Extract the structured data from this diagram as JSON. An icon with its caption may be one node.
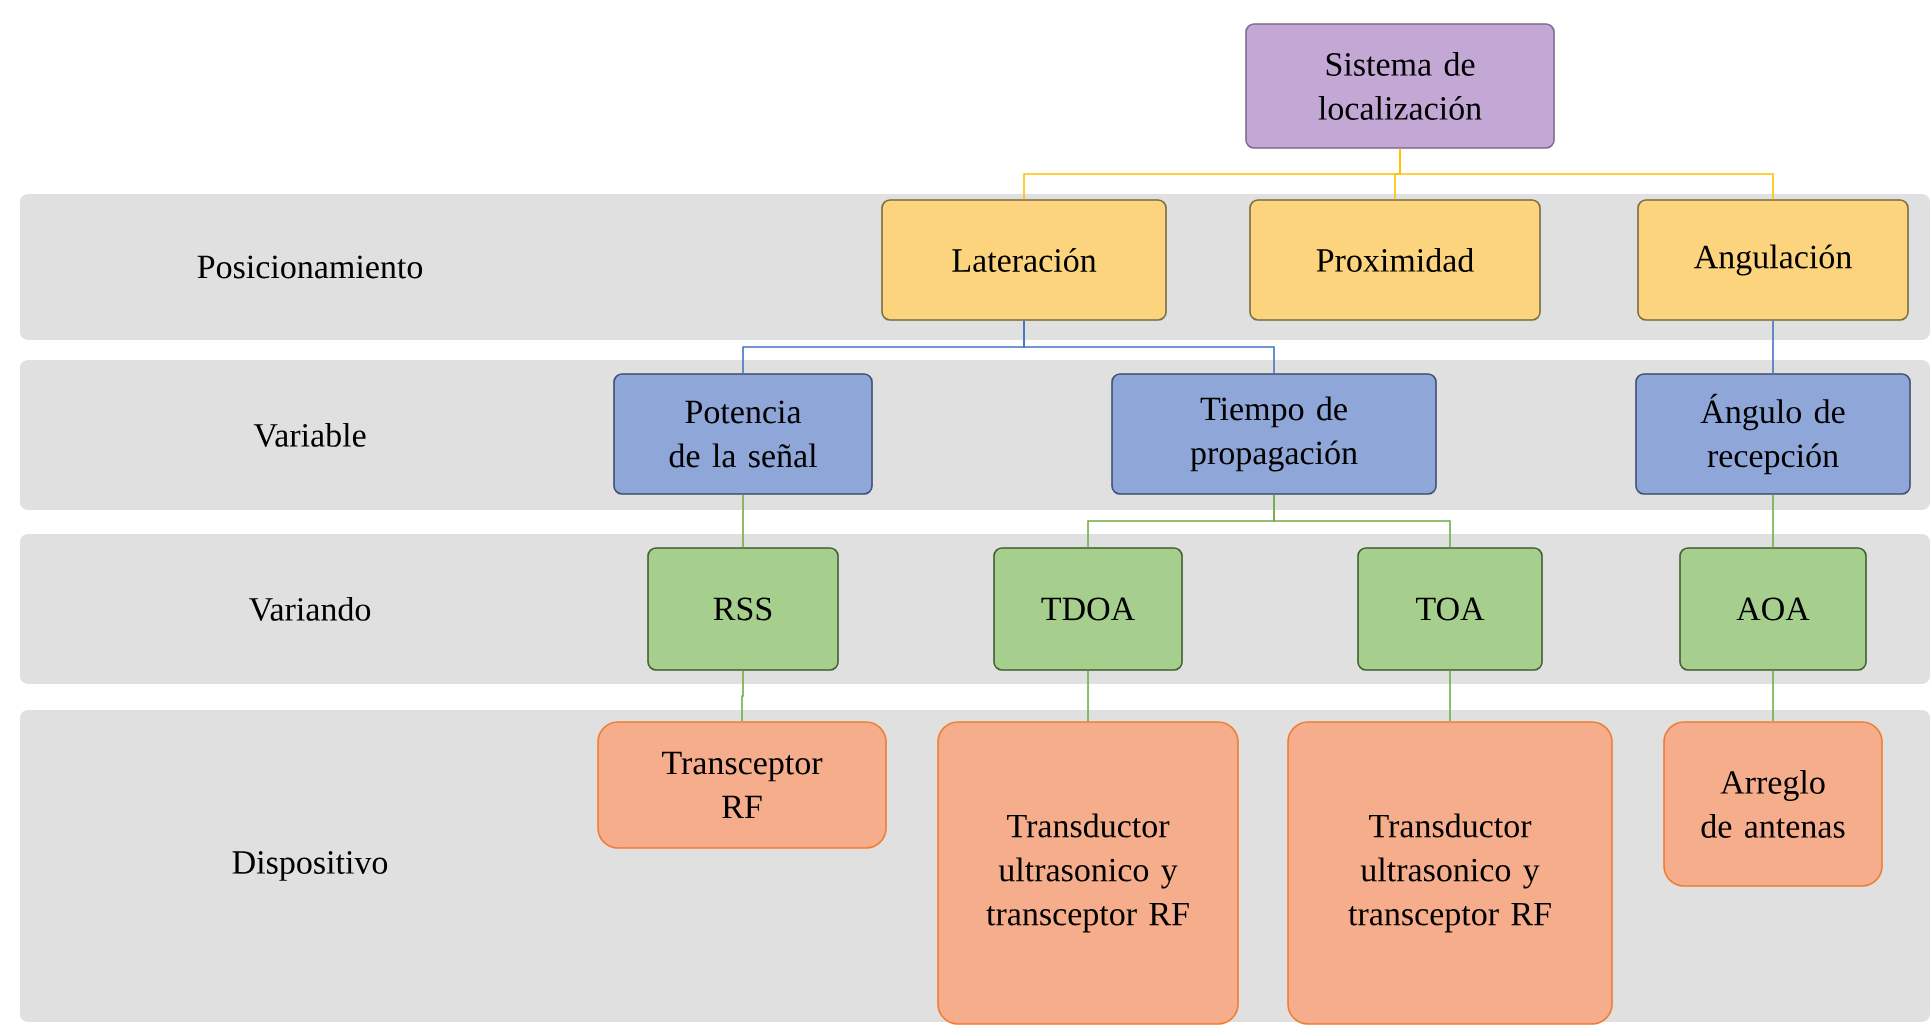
{
  "diagram": {
    "nodes": [
      {
        "text": [
          "Sistema de localización"
        ]
      },
      {
        "text": [
          "Posicionamiento"
        ]
      },
      {
        "text": [
          "Lateración"
        ],
        "in": 1
      },
      {
        "text": [
          "Proximidad"
        ],
        "in": 1
      },
      {
        "text": [
          "Angulación"
        ],
        "in": 1
      },
      {
        "text": [
          "Variable"
        ]
      },
      {
        "text": [
          "Potencia de la señal"
        ],
        "in": 5
      },
      {
        "text": [
          "Tiempo de propagación"
        ],
        "in": 5
      },
      {
        "text": [
          "Ángulo de recepción"
        ],
        "in": 5
      },
      {
        "text": [
          "Variando"
        ]
      },
      {
        "text": [
          "RSS"
        ],
        "in": 9
      },
      {
        "text": [
          "TDOA"
        ],
        "in": 9
      },
      {
        "text": [
          "TOA"
        ],
        "in": 9
      },
      {
        "text": [
          "AOA"
        ],
        "in": 9
      },
      {
        "text": [
          "Dispositivo"
        ]
      },
      {
        "text": [
          "Transceptor RF"
        ],
        "in": 14
      },
      {
        "text": [
          "Transductor ultrasonico y transceptor RF"
        ],
        "in": 14
      },
      {
        "text": [
          "Transductor ultrasonico y transceptor RF"
        ],
        "in": 14
      },
      {
        "text": [
          "Arreglo de antenas"
        ],
        "in": 14
      }
    ],
    "edges": [
      {
        "from": 0,
        "to": 2,
        "arrow": "none",
        "color": "#ffc000"
      },
      {
        "from": 0,
        "to": 3,
        "arrow": "none",
        "color": "#ffc000"
      },
      {
        "from": 0,
        "to": 4,
        "arrow": "none",
        "color": "#ffc000"
      },
      {
        "from": 2,
        "to": 6,
        "arrow": "none",
        "color": "#4472c4"
      },
      {
        "from": 2,
        "to": 7,
        "arrow": "none",
        "color": "#4472c4"
      },
      {
        "from": 4,
        "to": 8,
        "arrow": "none",
        "color": "#4472c4"
      },
      {
        "from": 6,
        "to": 10,
        "arrow": "none"
      },
      {
        "from": 7,
        "to": 11,
        "arrow": "none"
      },
      {
        "from": 7,
        "to": 12,
        "arrow": "none"
      },
      {
        "from": 8,
        "to": 13,
        "arrow": "none"
      },
      {
        "from": 10,
        "to": 15,
        "arrow": "none"
      },
      {
        "from": 11,
        "to": 16,
        "arrow": "none"
      },
      {
        "from": 12,
        "to": 17,
        "arrow": "none"
      },
      {
        "from": 13,
        "to": 18,
        "arrow": "none"
      }
    ]
  }
}
